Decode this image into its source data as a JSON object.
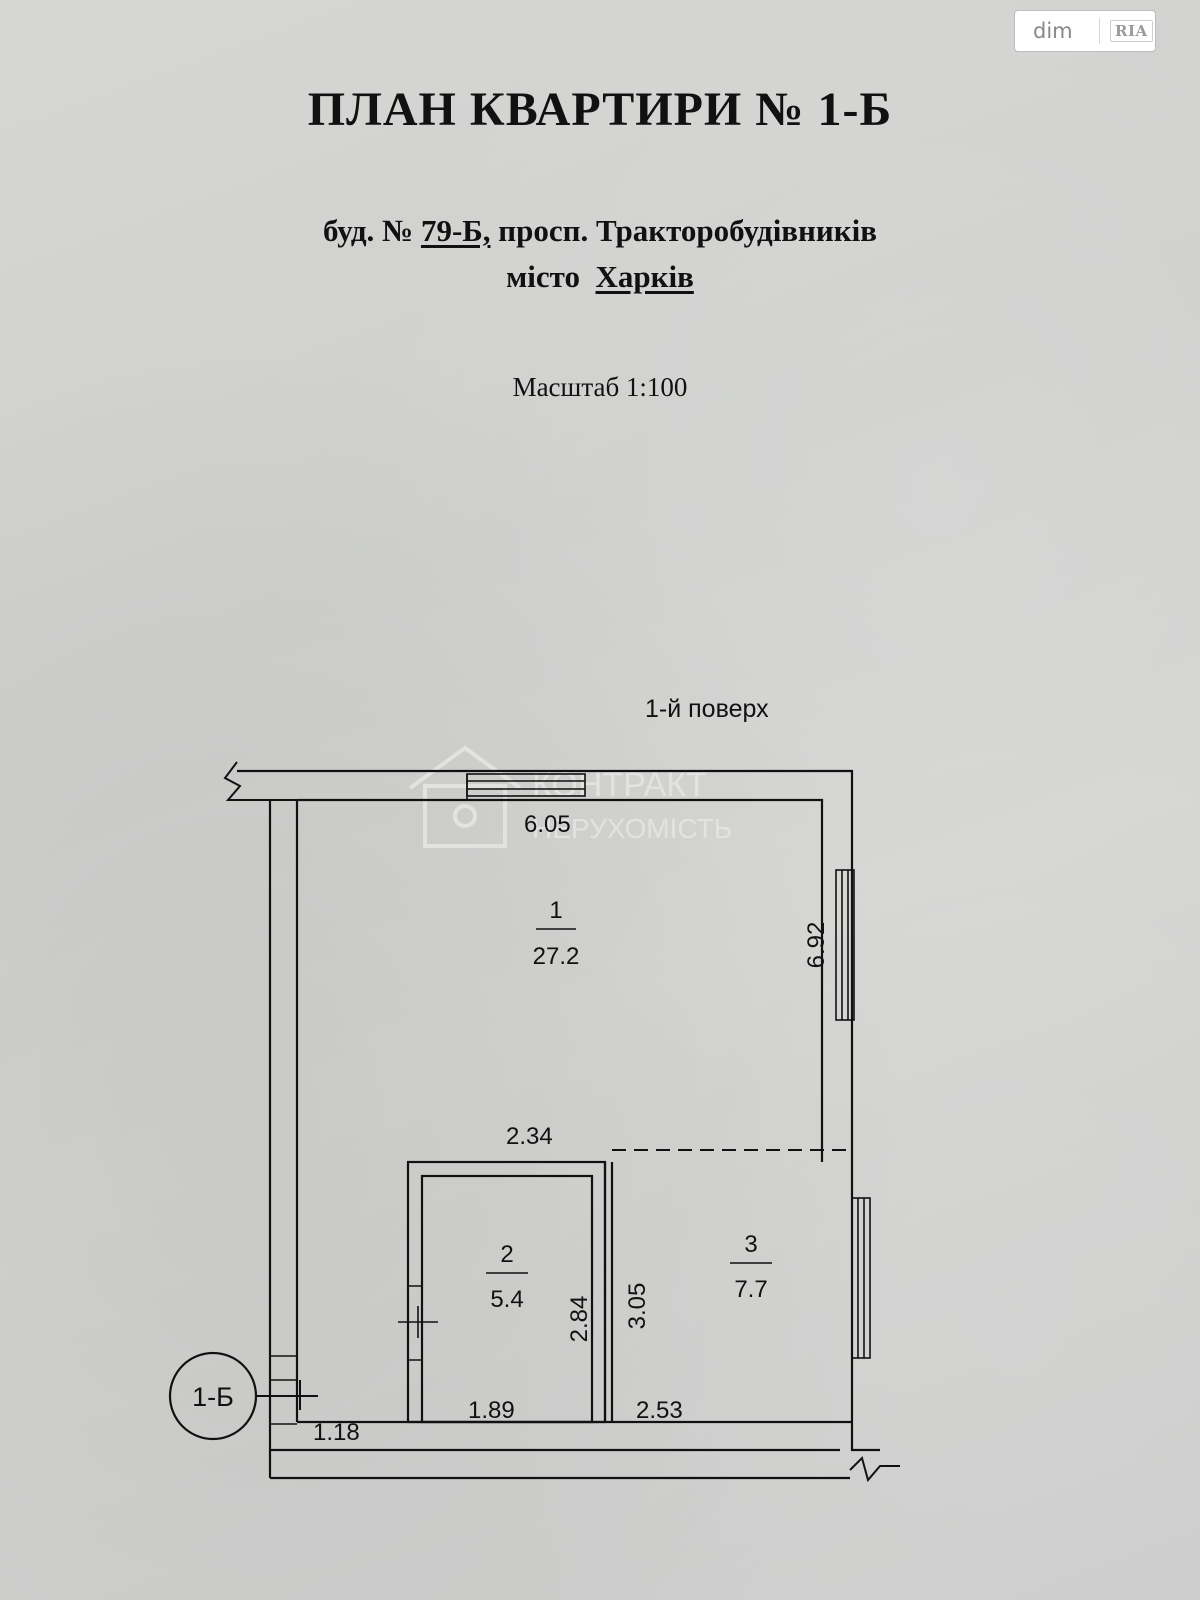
{
  "badge": {
    "brand": "dim",
    "sub": "RIA"
  },
  "header": {
    "title": "ПЛАН КВАРТИРИ № 1-Б",
    "addr_prefix": "буд. №",
    "building_no": "79-Б,",
    "street": "просп. Тракторобудівників",
    "city_prefix": "місто",
    "city": "Харків",
    "scale": "Масштаб 1:100"
  },
  "floor_label": "1-й поверх",
  "apartment_marker": "1-Б",
  "watermark": {
    "line1": "КОНТРАКТ",
    "line2": "НЕРУХОМІСТЬ"
  },
  "rooms": [
    {
      "number": "1",
      "area": "27.2"
    },
    {
      "number": "2",
      "area": "5.4"
    },
    {
      "number": "3",
      "area": "7.7"
    }
  ],
  "dimensions": {
    "room1_width": "6.05",
    "room1_length": "6.92",
    "hall_width": "2.34",
    "room2_length": "2.84",
    "room3_length": "3.05",
    "bottom_left": "1.18",
    "room2_width": "1.89",
    "room3_width": "2.53"
  },
  "colors": {
    "paper": "#d3d3d1",
    "ink": "#111111",
    "watermark": "#e6e6e4"
  }
}
